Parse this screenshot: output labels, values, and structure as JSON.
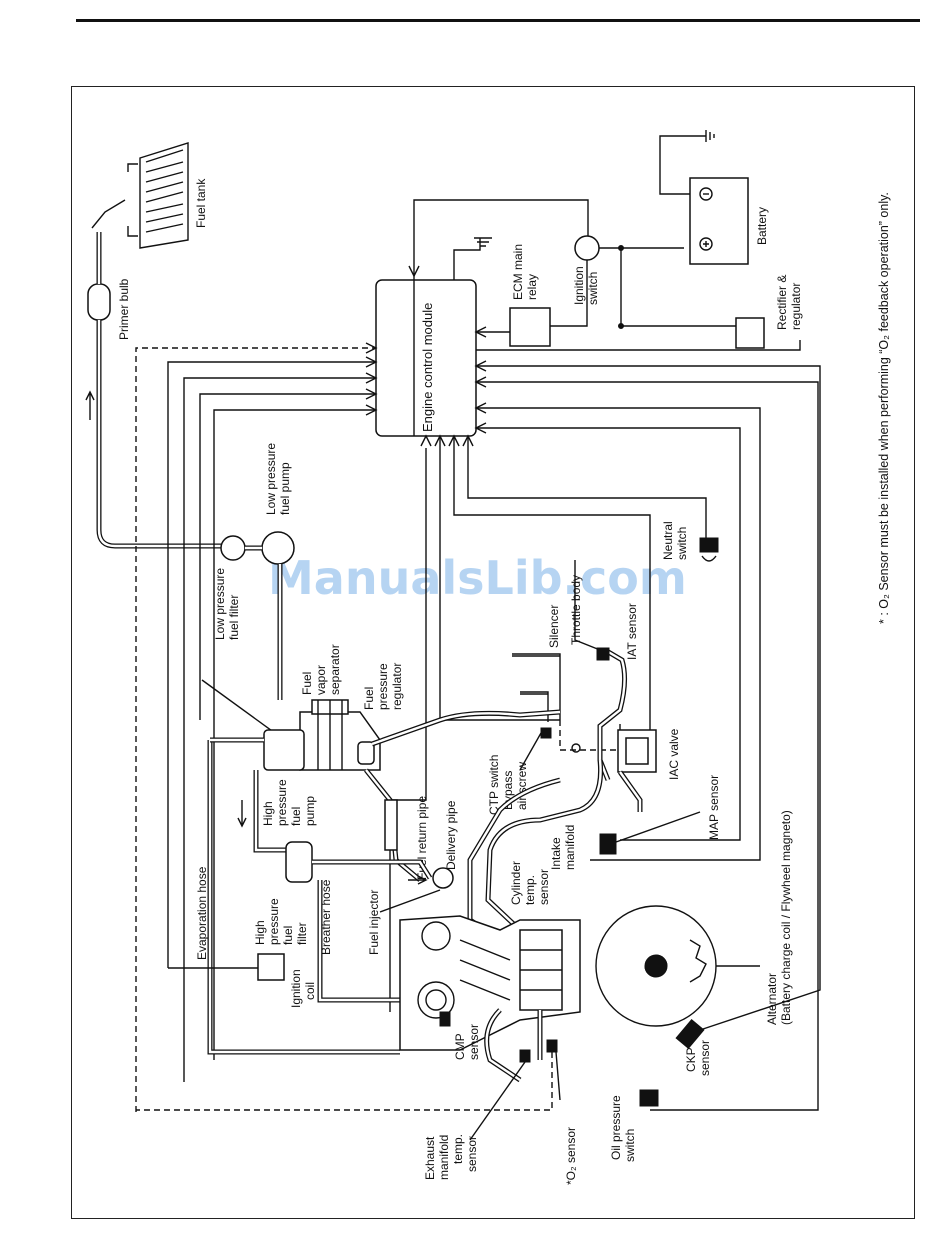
{
  "watermark": "ManualsLib.com",
  "footnote": "* : O₂ Sensor must be installed when performing “O₂ feedback operation” only.",
  "labels": {
    "fuel_tank": "Fuel tank",
    "primer_bulb": "Primer bulb",
    "ecm": "Engine control module",
    "ecm_relay_1": "ECM main",
    "ecm_relay_2": "relay",
    "ignition_switch_1": "Ignition",
    "ignition_switch_2": "switch",
    "battery": "Battery",
    "rectifier_1": "Rectifier &",
    "rectifier_2": "regulator",
    "lp_pump_1": "Low pressure",
    "lp_pump_2": "fuel pump",
    "lp_filter_1": "Low pressure",
    "lp_filter_2": "fuel filter",
    "silencer": "Silencer",
    "throttle_body": "Throttle body",
    "iat_sensor": "IAT sensor",
    "neutral_switch_1": "Neutral",
    "neutral_switch_2": "switch",
    "vapor_sep_1": "Fuel",
    "vapor_sep_2": "vapor",
    "vapor_sep_3": "separator",
    "pressure_reg_1": "Fuel",
    "pressure_reg_2": "pressure",
    "pressure_reg_3": "regulator",
    "ctp_switch": "CTP switch",
    "bypass_1": "Bypass",
    "bypass_2": "air screw",
    "iac_valve": "IAC valve",
    "map_sensor": "MAP sensor",
    "intake_1": "Intake",
    "intake_2": "manifold",
    "hp_pump_1": "High",
    "hp_pump_2": "pressure",
    "hp_pump_3": "fuel",
    "hp_pump_4": "pump",
    "fuel_return": "Fuel return pipe",
    "delivery_pipe": "Delivery pipe",
    "evap_hose": "Evaporation hose",
    "hp_filter_1": "High",
    "hp_filter_2": "pressure",
    "hp_filter_3": "fuel",
    "hp_filter_4": "filter",
    "breather_hose": "Breather hose",
    "fuel_injector": "Fuel injector",
    "cyl_temp_1": "Cylinder",
    "cyl_temp_2": "temp.",
    "cyl_temp_3": "sensor",
    "alternator_1": "Alternator",
    "alternator_2": "(Battery charge coil / Flywheel magneto)",
    "ignition_coil_1": "Ignition",
    "ignition_coil_2": "coil",
    "ckp_1": "CKP",
    "ckp_2": "sensor",
    "cmp_1": "CMP",
    "cmp_2": "sensor",
    "exhaust_1": "Exhaust",
    "exhaust_2": "manifold",
    "exhaust_3": "temp.",
    "exhaust_4": "sensor",
    "o2_sensor": "*O₂ sensor",
    "oil_pressure_1": "Oil pressure",
    "oil_pressure_2": "switch"
  }
}
